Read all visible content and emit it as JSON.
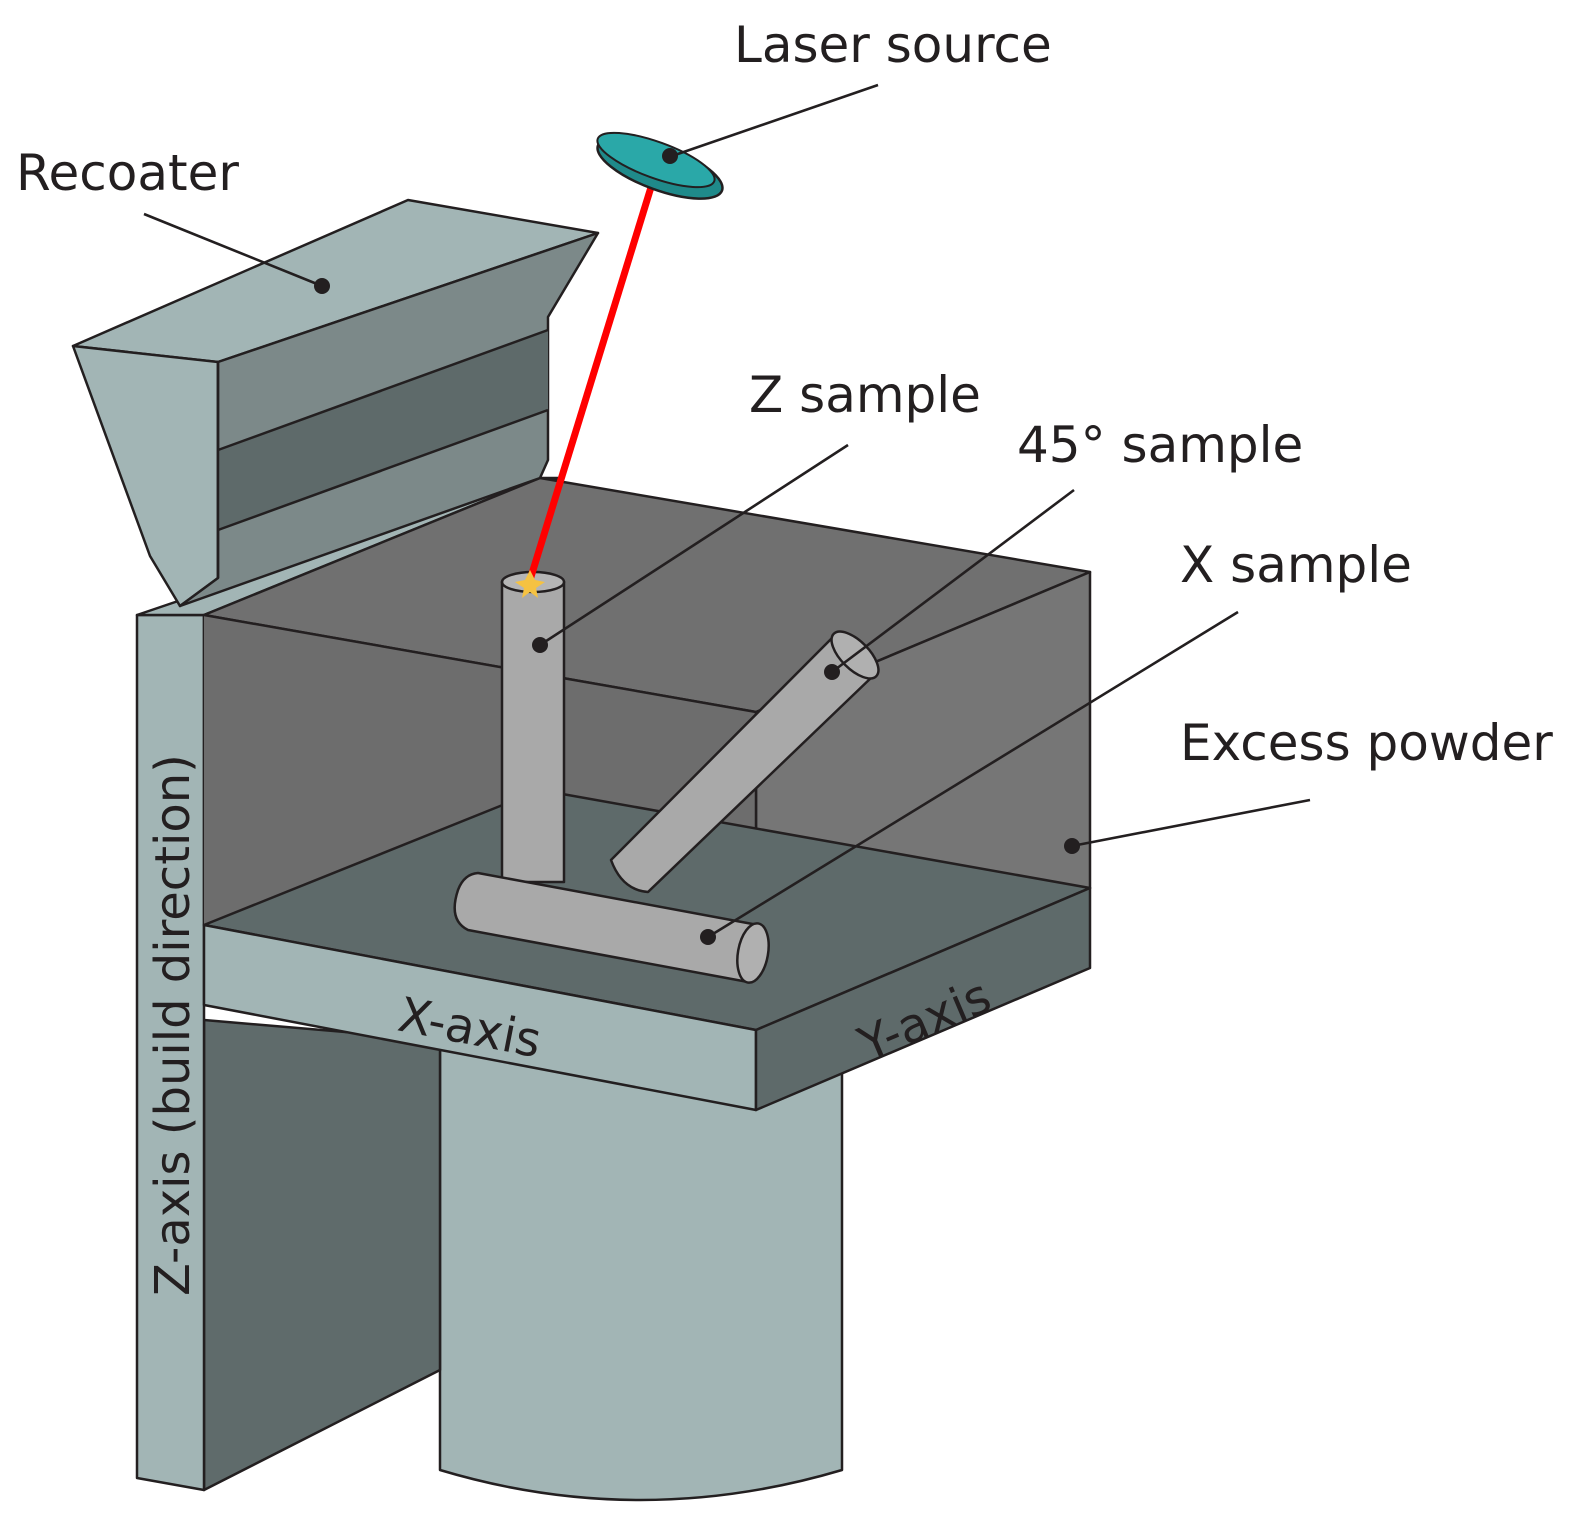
{
  "labels": {
    "laser_source": "Laser source",
    "recoater": "Recoater",
    "z_sample": "Z sample",
    "sample_45": "45° sample",
    "x_sample": "X sample",
    "excess_powder": "Excess powder",
    "x_axis": "X-axis",
    "y_axis": "Y-axis",
    "z_axis": "Z-axis (build direction)"
  },
  "colors": {
    "light_face": "#a2b5b5",
    "mid_face": "#7c8989",
    "dark_face": "#5b6867",
    "powder_dark": "#6a6a6a",
    "powder_light": "#7a7a7a",
    "sample": "#a9a9a9",
    "laser_beam": "#ff0000",
    "laser_source": "#2aa8a8",
    "outline": "#231f20"
  }
}
